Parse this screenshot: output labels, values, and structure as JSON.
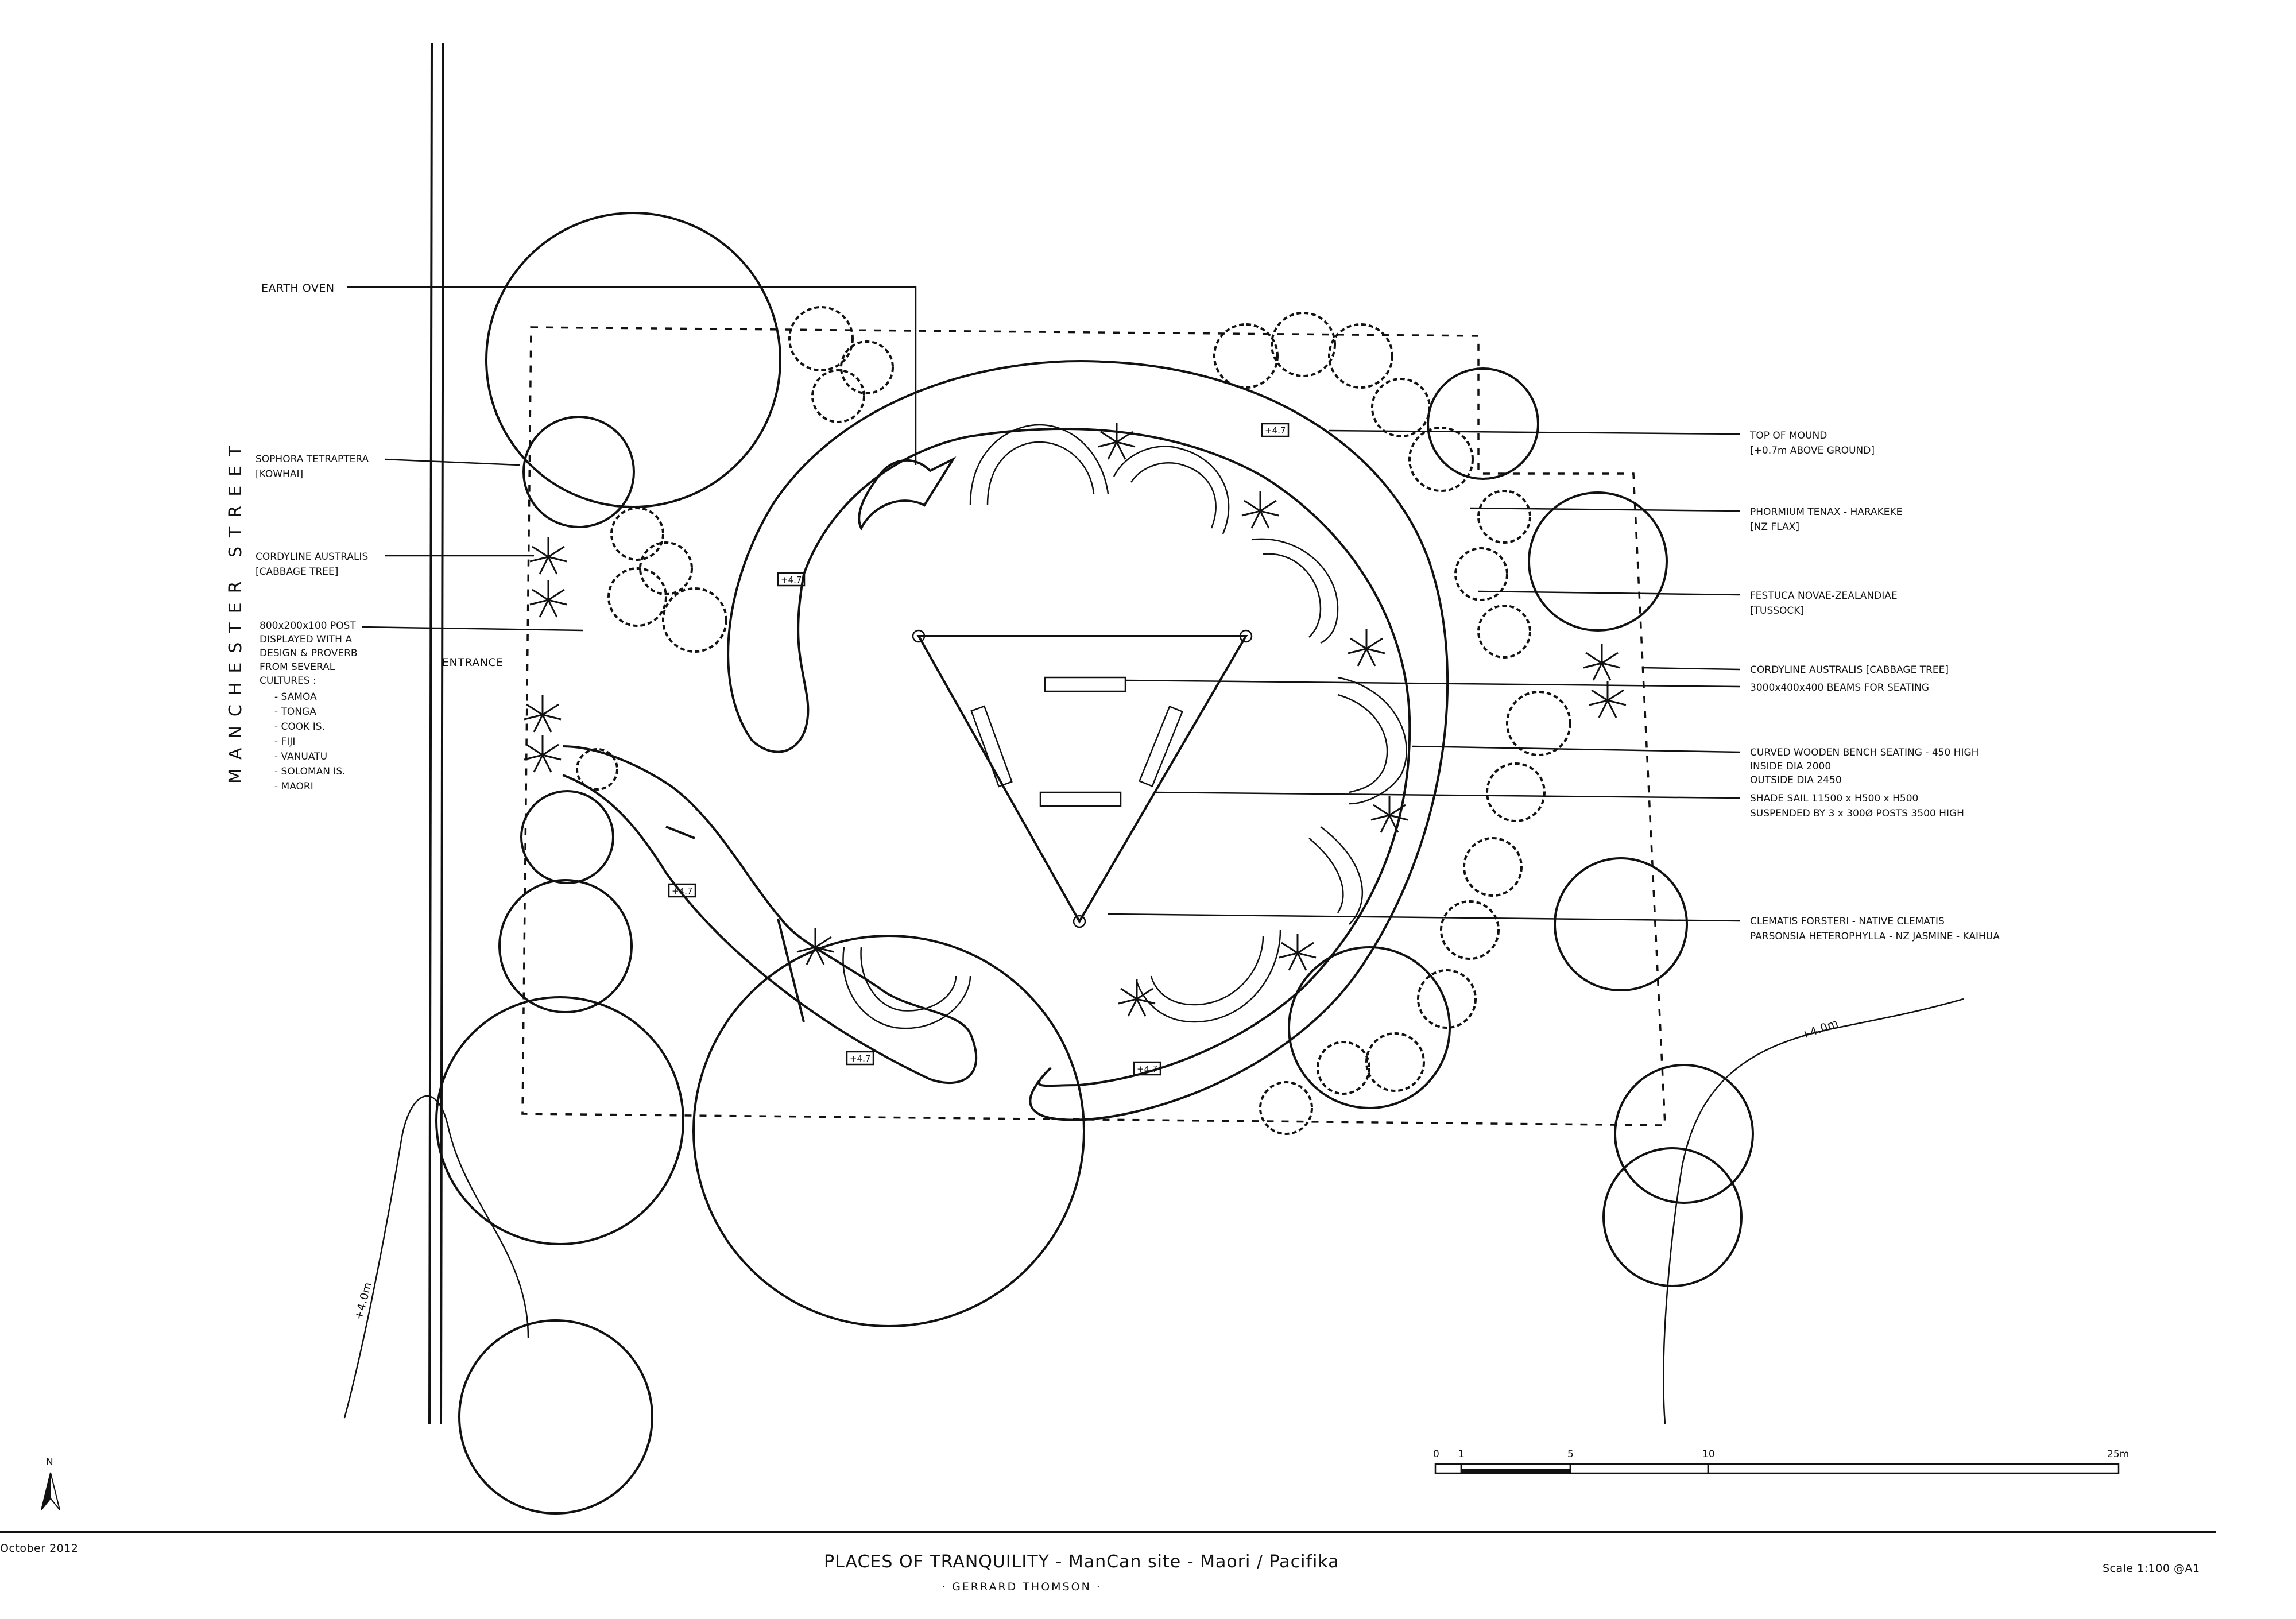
{
  "street": "MANCHESTER STREET",
  "entrance": "ENTRANCE",
  "labels_left": {
    "earth_oven": "EARTH OVEN",
    "sophora_1": "SOPHORA TETRAPTERA",
    "sophora_2": "[KOWHAI]",
    "cordyline_1": "CORDYLINE AUSTRALIS",
    "cordyline_2": "[CABBAGE TREE]",
    "post": [
      "800x200x100 POST",
      "DISPLAYED WITH A",
      "DESIGN & PROVERB",
      "FROM SEVERAL",
      "CULTURES :"
    ],
    "cultures": [
      "- SAMOA",
      "- TONGA",
      "- COOK IS.",
      "- FIJI",
      "- VANUATU",
      "- SOLOMAN IS.",
      "- MAORI"
    ]
  },
  "labels_right": {
    "mound_1": "TOP OF MOUND",
    "mound_2": "[+0.7m ABOVE GROUND]",
    "phormium_1": "PHORMIUM TENAX - HARAKEKE",
    "phormium_2": "[NZ FLAX]",
    "festuca_1": "FESTUCA NOVAE-ZEALANDIAE",
    "festuca_2": "[TUSSOCK]",
    "cordyline": "CORDYLINE AUSTRALIS [CABBAGE TREE]",
    "beams": "3000x400x400 BEAMS FOR SEATING",
    "bench_1": "CURVED WOODEN BENCH SEATING - 450 HIGH",
    "bench_2": "INSIDE DIA 2000",
    "bench_3": "OUTSIDE DIA 2450",
    "sail_1": "SHADE SAIL 11500 x H500 x H500",
    "sail_2": "SUSPENDED BY 3 x 300Ø POSTS 3500 HIGH",
    "clematis_1": "CLEMATIS FORSTERI - NATIVE CLEMATIS",
    "clematis_2": "PARSONSIA HETEROPHYLLA - NZ JASMINE - KAIHUA"
  },
  "spot_levels": [
    "+4.7",
    "+4.7",
    "+4.7",
    "+4.7",
    "+4.7"
  ],
  "contours": [
    "+4.0m",
    "+4.0m"
  ],
  "scale_bar": {
    "ticks": [
      "0",
      "1",
      "5",
      "10",
      "25m"
    ]
  },
  "north": "N",
  "footer": {
    "date": "October 2012",
    "title": "PLACES OF TRANQUILITY - ManCan site - Maori / Pacifika",
    "author": "· GERRARD THOMSON ·",
    "scale": "Scale 1:100 @A1"
  }
}
